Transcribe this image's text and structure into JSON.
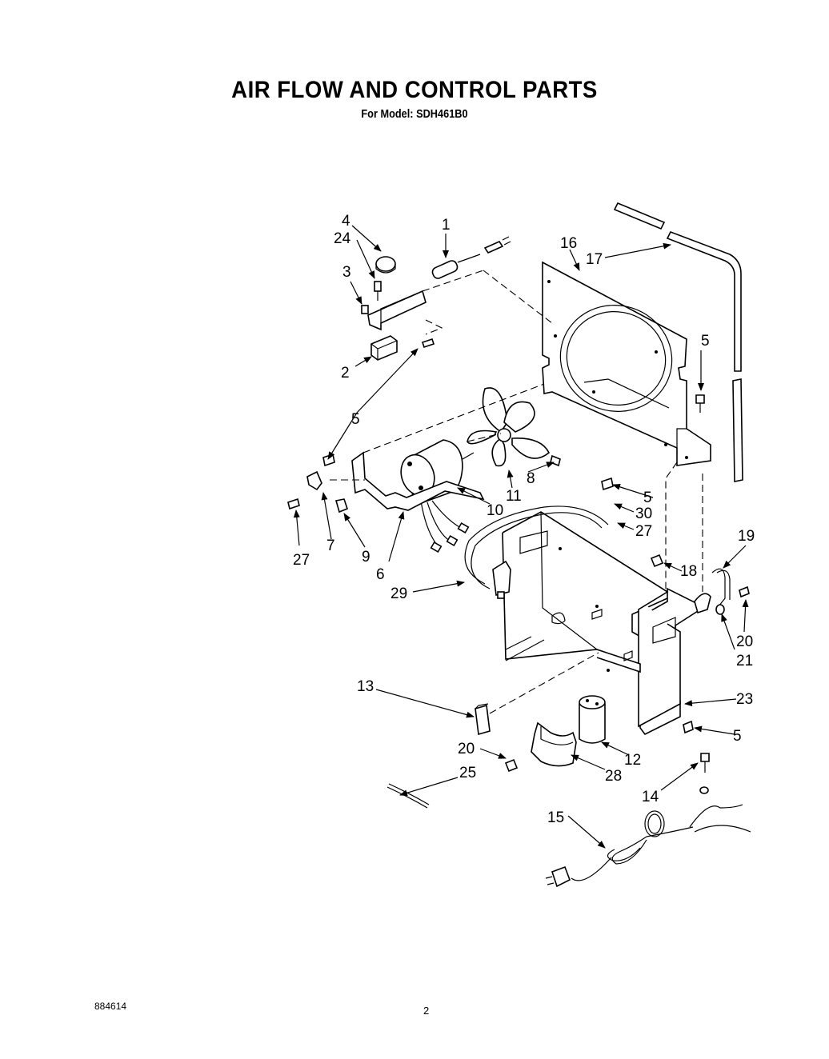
{
  "header": {
    "title": "AIR FLOW AND CONTROL PARTS",
    "model_line": "For Model: SDH461B0"
  },
  "footer": {
    "doc_number": "884614",
    "page_number": "2"
  },
  "callouts": [
    {
      "id": "4",
      "text": "4"
    },
    {
      "id": "24",
      "text": "24"
    },
    {
      "id": "1",
      "text": "1"
    },
    {
      "id": "3",
      "text": "3"
    },
    {
      "id": "16",
      "text": "16"
    },
    {
      "id": "17",
      "text": "17"
    },
    {
      "id": "2",
      "text": "2"
    },
    {
      "id": "5a",
      "text": "5"
    },
    {
      "id": "5b",
      "text": "5"
    },
    {
      "id": "5c",
      "text": "5"
    },
    {
      "id": "5d",
      "text": "5"
    },
    {
      "id": "8",
      "text": "8"
    },
    {
      "id": "11",
      "text": "11"
    },
    {
      "id": "10",
      "text": "10"
    },
    {
      "id": "30",
      "text": "30"
    },
    {
      "id": "27a",
      "text": "27"
    },
    {
      "id": "27b",
      "text": "27"
    },
    {
      "id": "7",
      "text": "7"
    },
    {
      "id": "9",
      "text": "9"
    },
    {
      "id": "6",
      "text": "6"
    },
    {
      "id": "19",
      "text": "19"
    },
    {
      "id": "18",
      "text": "18"
    },
    {
      "id": "29",
      "text": "29"
    },
    {
      "id": "20a",
      "text": "20"
    },
    {
      "id": "21",
      "text": "21"
    },
    {
      "id": "13",
      "text": "13"
    },
    {
      "id": "23",
      "text": "23"
    },
    {
      "id": "5e",
      "text": "5"
    },
    {
      "id": "20b",
      "text": "20"
    },
    {
      "id": "12",
      "text": "12"
    },
    {
      "id": "25",
      "text": "25"
    },
    {
      "id": "28",
      "text": "28"
    },
    {
      "id": "14",
      "text": "14"
    },
    {
      "id": "15",
      "text": "15"
    }
  ]
}
